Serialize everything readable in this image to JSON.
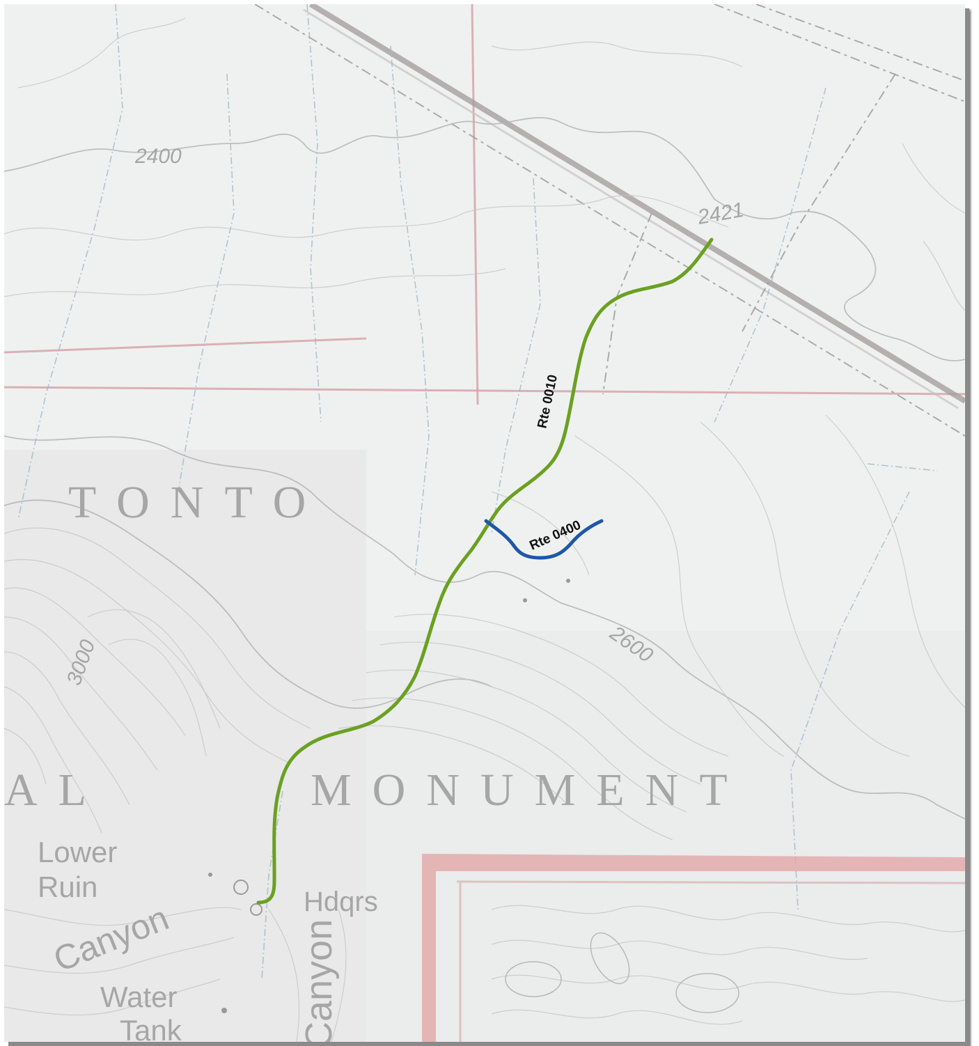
{
  "map": {
    "place_labels": {
      "tonto": "TONTO",
      "al": "AL",
      "monument": "MONUMENT",
      "lower": "Lower",
      "ruin": "Ruin",
      "canyon": "Canyon",
      "canyon_vertical": "Canyon",
      "hdqrs": "Hdqrs",
      "water": "Water",
      "tank": "Tank"
    },
    "contour_labels": {
      "c2400": "2400",
      "c2421": "2421",
      "c2600": "2600",
      "c3000": "3000"
    },
    "routes": [
      {
        "label": "Rte 0010",
        "color": "#6aa121"
      },
      {
        "label": "Rte 0400",
        "color": "#1f57a8"
      }
    ]
  },
  "colors": {
    "route_0010": "#6aa121",
    "route_0400": "#1f57a8",
    "grid_line": "#d4a0a6",
    "boundary": "#e2a7a7"
  }
}
